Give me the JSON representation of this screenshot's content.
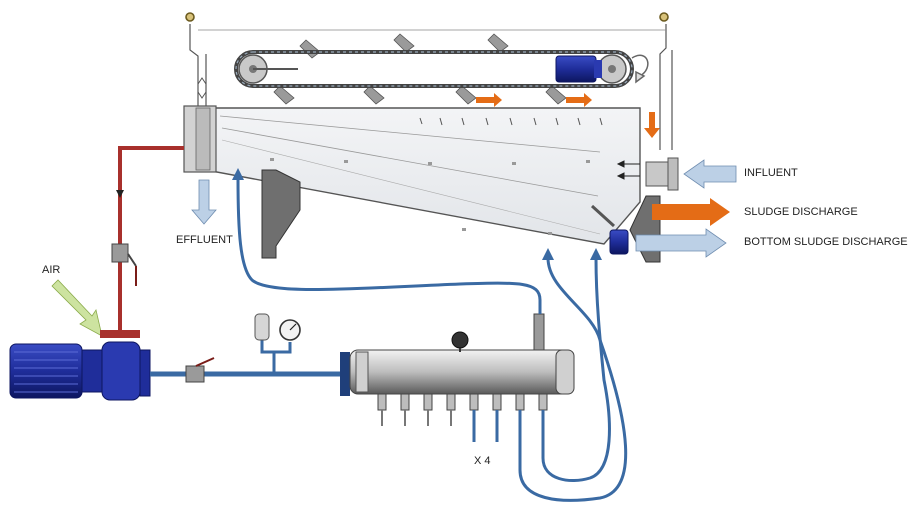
{
  "labels": {
    "influent": "INFLUENT",
    "sludge_discharge": "SLUDGE DISCHARGE",
    "bottom_sludge_discharge": "BOTTOM SLUDGE DISCHARGE",
    "effluent": "EFFLUENT",
    "air": "AIR",
    "multiplier": "X 4"
  },
  "colors": {
    "recycle_line": "#3a6aa3",
    "air_line": "#a8302c",
    "motor": "#1f2d9a",
    "sludge_arrow": "#e46c16",
    "flow_arrow": "#bcd0e6",
    "air_arrow": "#cde3a0",
    "tank_fill": "#eef1f4",
    "structure": "#6f6f6f"
  },
  "icons": [
    "eye-bolt-icon",
    "drive-sprocket-icon",
    "gear-motor-icon",
    "rotation-arrow-icon",
    "ball-valve-icon",
    "pressure-gauge-icon",
    "pump-motor-icon"
  ]
}
